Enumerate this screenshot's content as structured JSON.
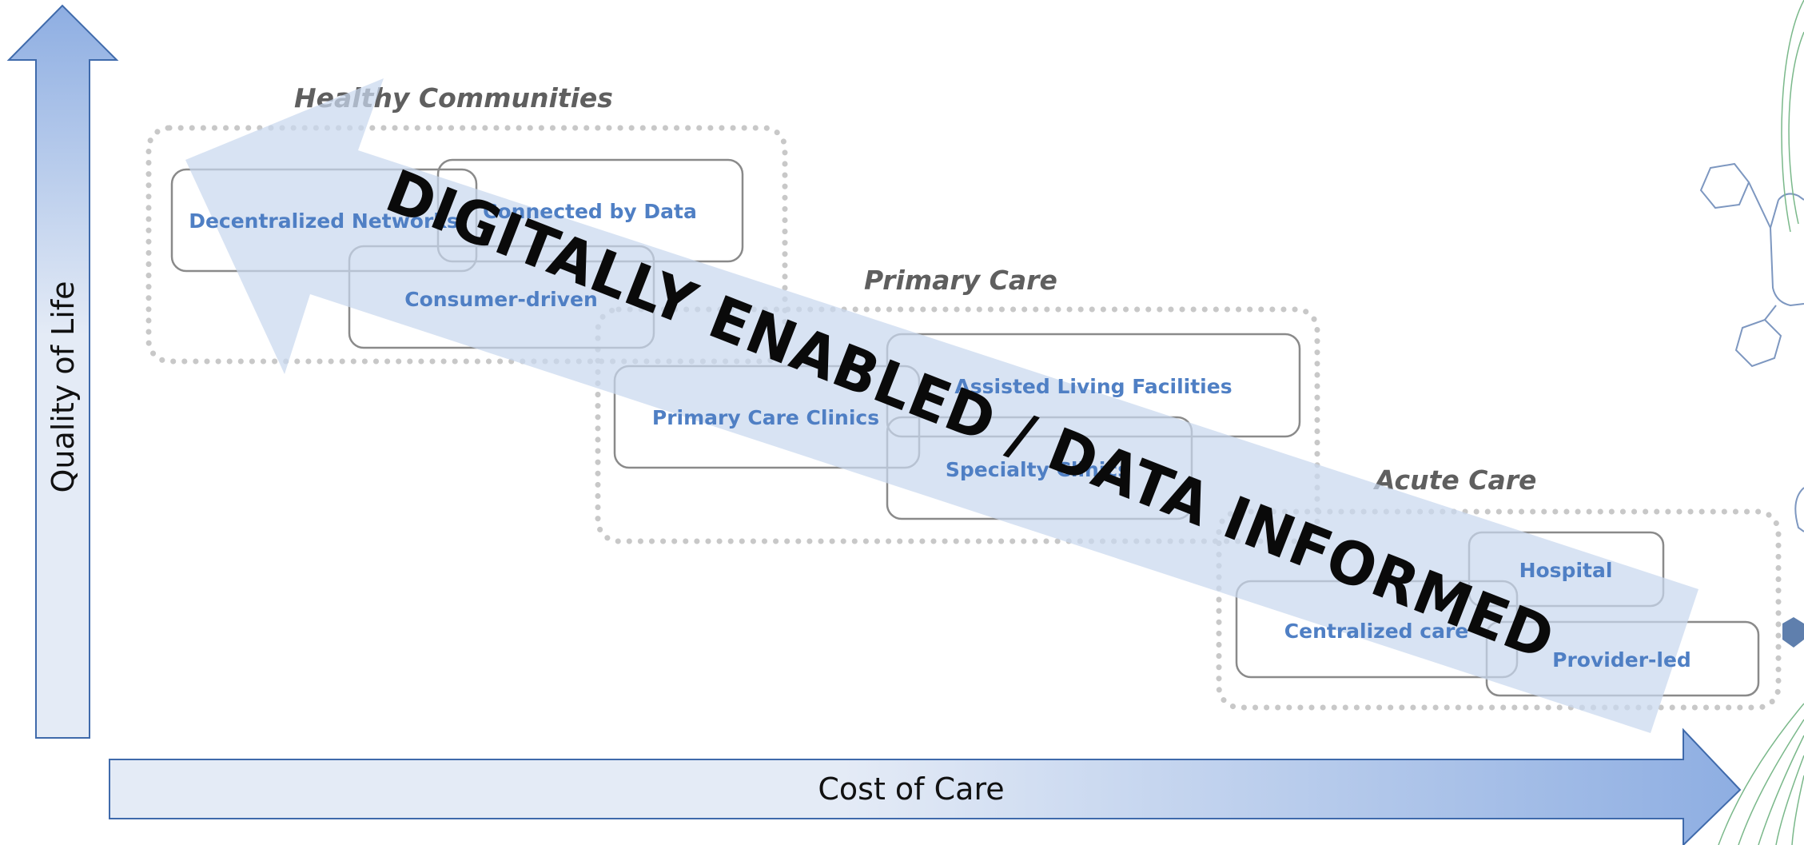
{
  "colors": {
    "arrow_fill_light": "#e4ebf6",
    "arrow_fill_dark": "#8eaee2",
    "arrow_stroke": "#3f6aab",
    "box_stroke": "#8a8a8a",
    "group_dots": "#c8c8c8",
    "label_blue": "#4f7fc4",
    "group_title_gray": "#5f5f5f",
    "banner_arrow": "#c9d8ee",
    "decoration_line": "#7d97c0",
    "decoration_green": "#7ab88a"
  },
  "axes": {
    "y_label": "Quality of Life",
    "x_label": "Cost of Care"
  },
  "banner": {
    "text": "DIGITALLY ENABLED / DATA INFORMED"
  },
  "groups": {
    "healthy": {
      "title": "Healthy Communities",
      "items": [
        "Decentralized Networks",
        "Connected by Data",
        "Consumer-driven"
      ]
    },
    "primary": {
      "title": "Primary Care",
      "items": [
        "Assisted Living Facilities",
        "Primary Care Clinics",
        "Specialty Clinics"
      ]
    },
    "acute": {
      "title": "Acute Care",
      "items": [
        "Hospital",
        "Centralized care",
        "Provider-led"
      ]
    }
  }
}
